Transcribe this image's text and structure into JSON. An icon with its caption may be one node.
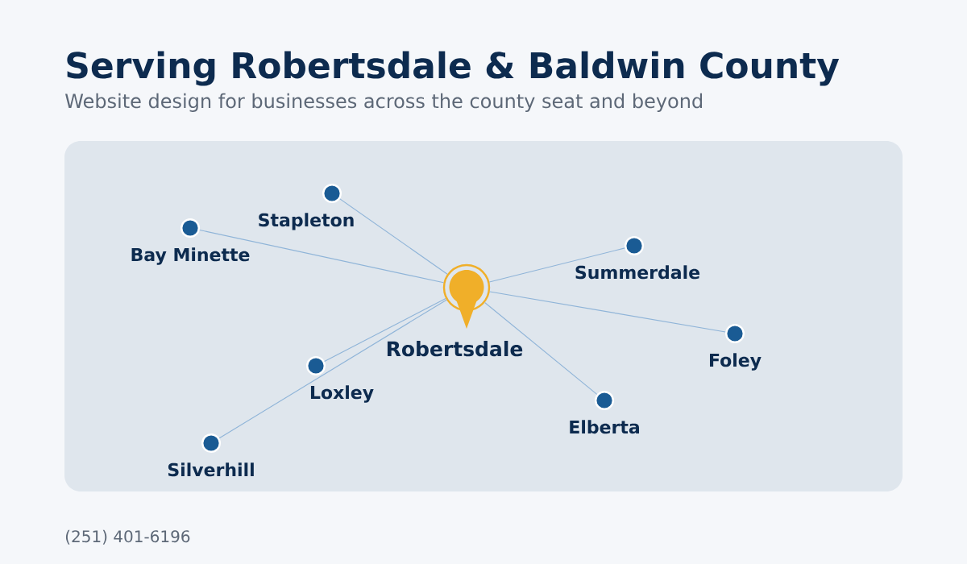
{
  "diagram": {
    "title": "Serving Robertsdale & Baldwin County",
    "nodes": [
      {
        "text": [
          "Stapleton"
        ]
      },
      {
        "text": [
          "Bay Minette"
        ]
      },
      {
        "text": [
          "Summerdale"
        ]
      },
      {
        "text": [
          "Robertsdale"
        ]
      },
      {
        "text": [
          "Foley"
        ]
      },
      {
        "text": [
          "Loxley"
        ]
      },
      {
        "text": [
          "Elberta"
        ]
      },
      {
        "text": [
          "Silverhill"
        ]
      }
    ],
    "edges": [
      {
        "from": 3,
        "to": 0,
        "arrow": "none"
      },
      {
        "from": 3,
        "to": 1,
        "arrow": "none"
      },
      {
        "from": 3,
        "to": 2,
        "arrow": "none"
      },
      {
        "from": 3,
        "to": 4,
        "arrow": "none"
      },
      {
        "from": 3,
        "to": 5,
        "arrow": "none"
      },
      {
        "from": 3,
        "to": 6,
        "arrow": "none"
      },
      {
        "from": 3,
        "to": 7,
        "arrow": "none"
      }
    ],
    "labels": [
      "Website design for businesses across the county seat and beyond",
      "(251) 401-6196"
    ]
  }
}
